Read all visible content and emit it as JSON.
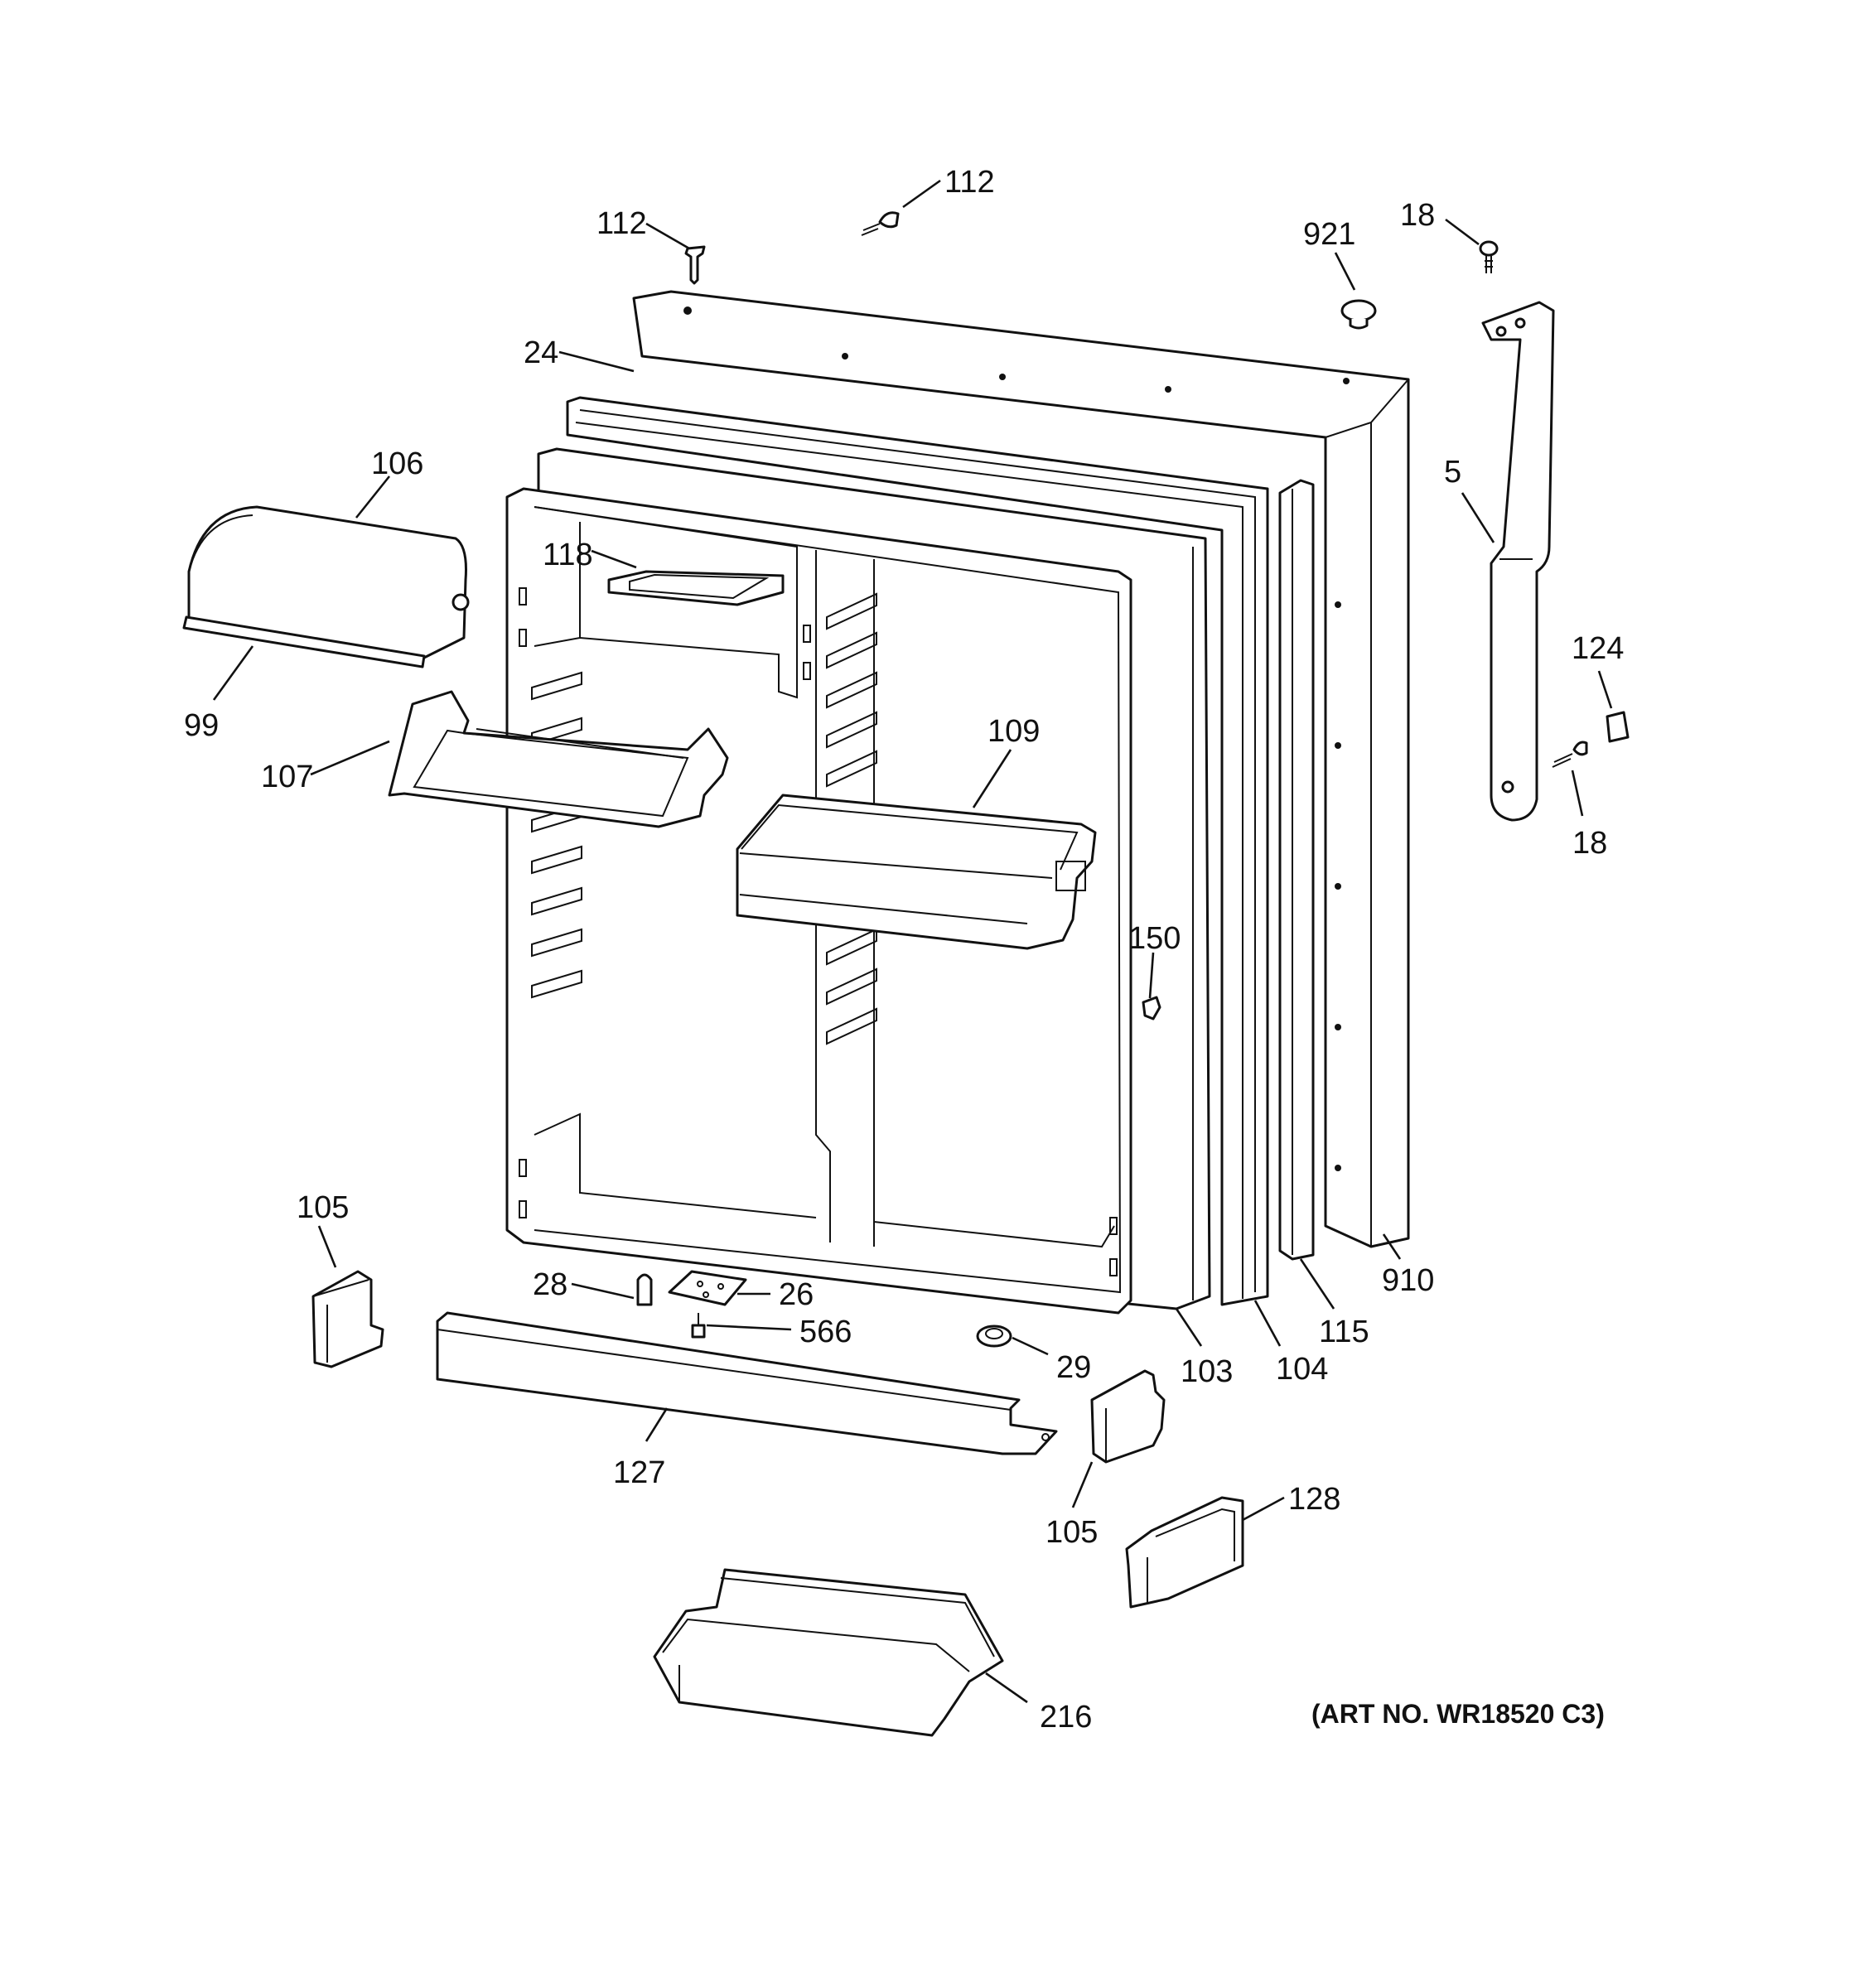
{
  "labels": {
    "l112a": "112",
    "l112b": "112",
    "l921": "921",
    "l18a": "18",
    "l24": "24",
    "l106": "106",
    "l5": "5",
    "l118": "118",
    "l99": "99",
    "l124": "124",
    "l107": "107",
    "l109": "109",
    "l18b": "18",
    "l150": "150",
    "l105a": "105",
    "l910": "910",
    "l28": "28",
    "l26": "26",
    "l115": "115",
    "l566": "566",
    "l29": "29",
    "l103": "103",
    "l104": "104",
    "l127": "127",
    "l105b": "105",
    "l128": "128",
    "l216": "216"
  },
  "art_number": "(ART NO. WR18520 C3)"
}
